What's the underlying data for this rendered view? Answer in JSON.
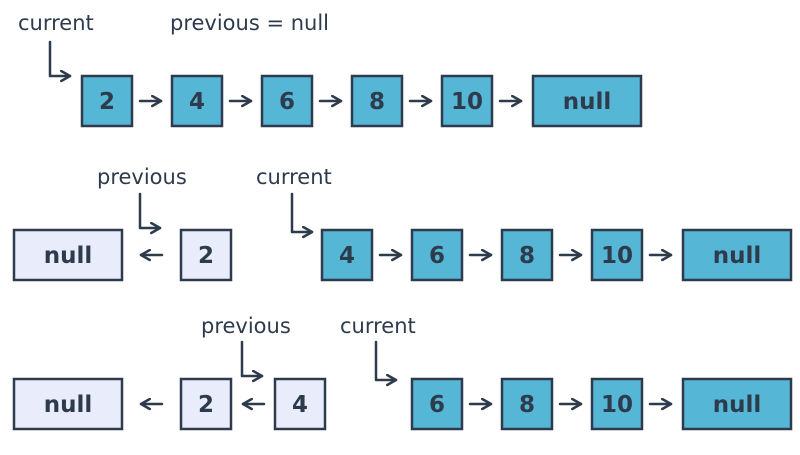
{
  "rows": [
    {
      "labels": {
        "current": "current",
        "previous": "previous = null"
      },
      "nodes": [
        "2",
        "4",
        "6",
        "8",
        "10",
        "null"
      ]
    },
    {
      "labels": {
        "previous": "previous",
        "current": "current"
      },
      "reversed": [
        "null",
        "2"
      ],
      "forward": [
        "4",
        "6",
        "8",
        "10",
        "null"
      ]
    },
    {
      "labels": {
        "previous": "previous",
        "current": "current"
      },
      "reversed": [
        "null",
        "2",
        "4"
      ],
      "forward": [
        "6",
        "8",
        "10",
        "null"
      ]
    }
  ],
  "colors": {
    "node_fill": "#55b6d6",
    "null_reversed_fill": "#e8ecfb",
    "stroke": "#2e3b4c"
  }
}
